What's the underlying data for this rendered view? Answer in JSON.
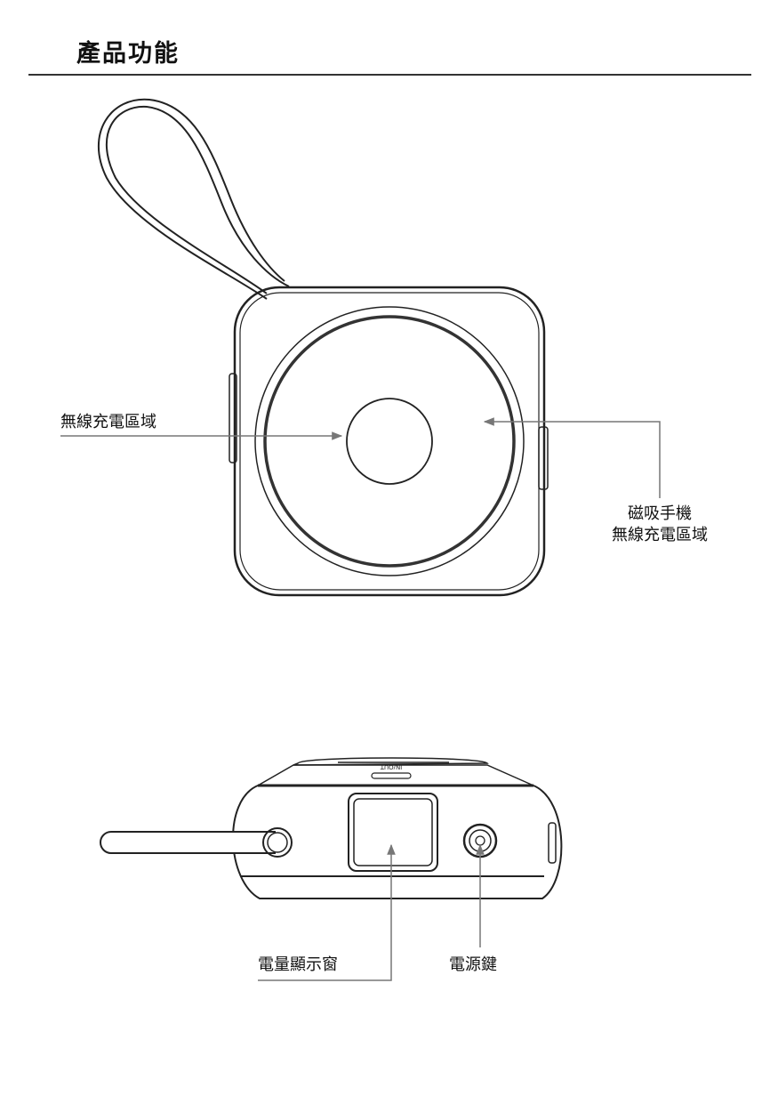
{
  "page": {
    "title": "產品功能"
  },
  "front_view": {
    "labels": {
      "wireless_area": "無線充電區域",
      "magnetic_area_line1": "磁吸手機",
      "magnetic_area_line2": "無線充電區域"
    }
  },
  "side_view": {
    "port_label": "IN/OUT",
    "labels": {
      "battery_window": "電量顯示窗",
      "power_button": "電源鍵"
    }
  }
}
